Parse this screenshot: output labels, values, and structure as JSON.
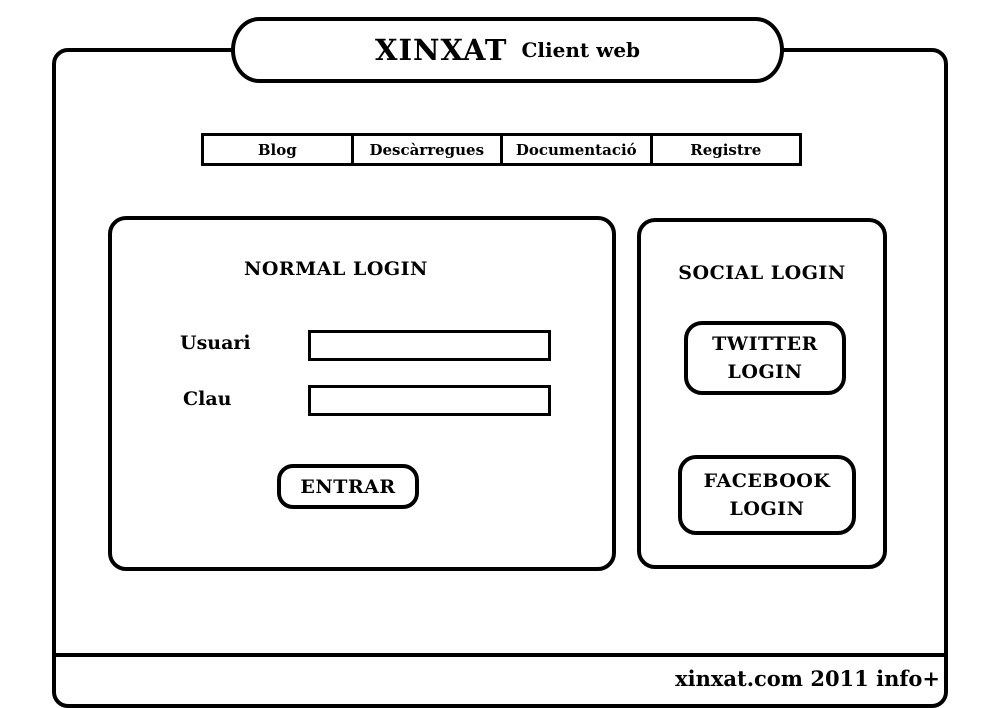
{
  "header": {
    "brand": "XINXAT",
    "subtitle": "Client web"
  },
  "nav": {
    "items": [
      {
        "label": "Blog"
      },
      {
        "label": "Descàrregues"
      },
      {
        "label": "Documentació"
      },
      {
        "label": "Registre"
      }
    ]
  },
  "normal_login": {
    "title": "NORMAL LOGIN",
    "user_label": "Usuari",
    "user_value": "",
    "pass_label": "Clau",
    "pass_value": "",
    "submit_label": "ENTRAR"
  },
  "social_login": {
    "title": "SOCIAL LOGIN",
    "twitter_line1": "TWITTER",
    "twitter_line2": "LOGIN",
    "facebook_line1": "FACEBOOK",
    "facebook_line2": "LOGIN"
  },
  "footer": {
    "site": "xinxat.com 2011",
    "info": "info+"
  }
}
